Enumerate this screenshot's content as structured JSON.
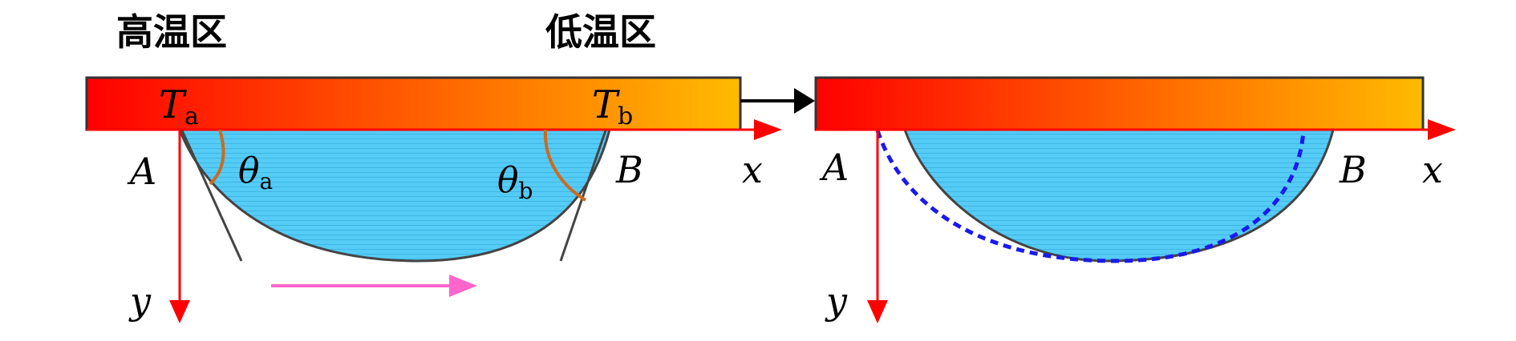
{
  "left_panel": {
    "zone_high": "高温区",
    "zone_low": "低温区",
    "temp_a": {
      "main": "T",
      "sub": "a"
    },
    "temp_b": {
      "main": "T",
      "sub": "b"
    },
    "point_a": "A",
    "point_b": "B",
    "angle_a": {
      "main": "θ",
      "sub": "a"
    },
    "angle_b": {
      "main": "θ",
      "sub": "b"
    },
    "axis_x": "x",
    "axis_y": "y"
  },
  "right_panel": {
    "point_a": "A",
    "point_b": "B",
    "axis_x": "x",
    "axis_y": "y"
  },
  "colors": {
    "plate_hot": "#ff0000",
    "plate_cold": "#ffbb00",
    "droplet_fill": "#55ccf5",
    "droplet_stripe": "#3fb6e6",
    "axis": "#ff0000",
    "angle_arc": "#cc6a1e",
    "motion_arrow": "#ff66cc",
    "initial_outline": "#1a1aee",
    "transition_arrow": "#000000"
  },
  "icons": {
    "motion": "arrow-right-icon",
    "transition": "arrow-right-icon"
  }
}
